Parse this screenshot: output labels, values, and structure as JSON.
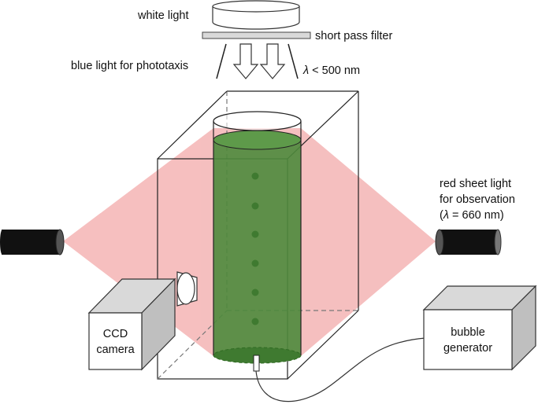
{
  "labels": {
    "white_light": "white light",
    "short_pass_filter": "short pass filter",
    "blue_light": "blue light for phototaxis",
    "lambda_symbol": "λ",
    "cutoff": " < 500 nm",
    "red_sheet_line1": "red sheet light",
    "red_sheet_line2": "for observation",
    "red_sheet_line3_open": "(",
    "red_sheet_line3_rest": " = 660 nm)",
    "ccd_line1": "CCD",
    "ccd_line2": "camera",
    "bubble_line1": "bubble",
    "bubble_line2": "generator"
  },
  "colors": {
    "red_sheet": "#f4b4b4",
    "algae_green": "#4e8a3c",
    "algae_dark": "#2f6a22",
    "bubble": "#3f7a30",
    "box_gray_top": "#d9d9d9",
    "box_gray_side": "#bfbfbf"
  }
}
